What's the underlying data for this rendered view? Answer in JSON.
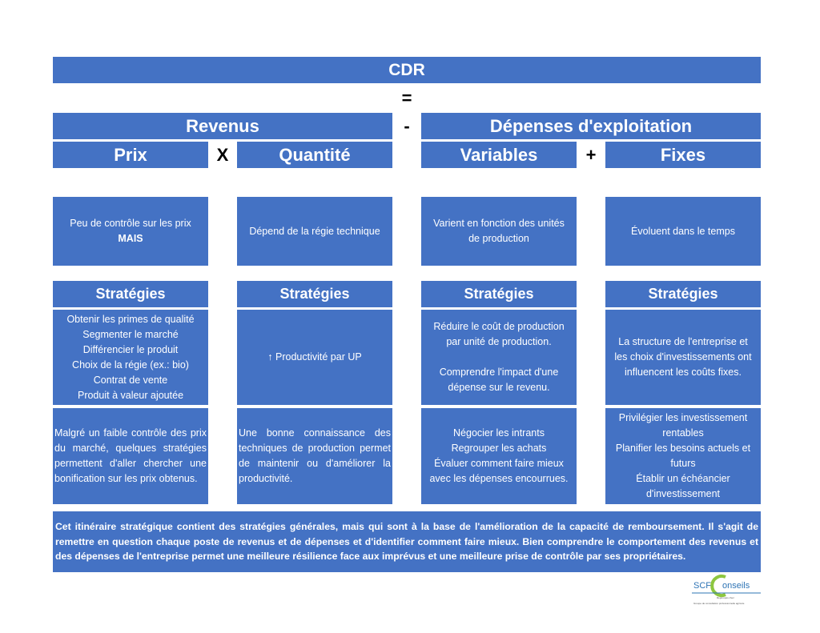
{
  "header": {
    "cdr": "CDR",
    "equals": "="
  },
  "row1": {
    "revenus": "Revenus",
    "minus": "-",
    "depenses": "Dépenses d'exploitation"
  },
  "row2": {
    "prix": "Prix",
    "times": "X",
    "quantite": "Quantité",
    "variables": "Variables",
    "plus": "+",
    "fixes": "Fixes"
  },
  "descriptions": {
    "prix": [
      "Peu de contrôle sur les prix",
      "MAIS"
    ],
    "quantite": "Dépend de la régie technique",
    "variables": [
      "Varient en fonction des unités",
      "de production"
    ],
    "fixes": "Évoluent dans le temps"
  },
  "strategies_label": "Stratégies",
  "strategies": {
    "prix": [
      "Obtenir les primes de qualité",
      "Segmenter le marché",
      "Différencier le produit",
      "Choix de la régie (ex.: bio)",
      "Contrat de vente",
      "Produit à valeur ajoutée"
    ],
    "quantite": "↑ Productivité par UP",
    "variables": [
      "Réduire le coût de production",
      "par unité de production.",
      "",
      "Comprendre l'impact d'une",
      "dépense sur le revenu."
    ],
    "fixes": [
      "La structure de l'entreprise et",
      "les choix d'investissements ont",
      "influencent les coûts fixes."
    ]
  },
  "details": {
    "prix": "Malgré un faible contrôle des prix du marché, quelques stratégies permettent d'aller chercher une bonification sur les prix obtenus.",
    "quantite": "Une bonne connaissance des techniques de production permet de maintenir ou d'améliorer la productivité.",
    "variables": [
      "Négocier les intrants",
      "Regrouper les achats",
      "Évaluer comment faire mieux",
      "avec les dépenses encourrues."
    ],
    "fixes": [
      "Privilégier les investissement",
      "rentables",
      "Planifier les besoins actuels et",
      "futurs",
      "Établir un échéancier",
      "d'investissement"
    ]
  },
  "footer": "Cet itinéraire stratégique contient des stratégies générales, mais qui sont à la base de l'amélioration de la capacité de remboursement. Il s'agit de remettre en question chaque poste de revenus et de dépenses et d'identifier comment faire mieux. Bien comprendre le comportement des revenus et des dépenses de l'entreprise permet une meilleure résilience face aux imprévus et une meilleure prise de contrôle par ses propriétaires.",
  "logo": {
    "scf": "SCF",
    "conseils": "onseils",
    "line1": "Regroupés chez",
    "line2": "Groupe de consultation professionnelle agricole"
  },
  "colors": {
    "box": "#4472c4",
    "logo_blue": "#2e74b5",
    "logo_green": "#8dc63f"
  }
}
